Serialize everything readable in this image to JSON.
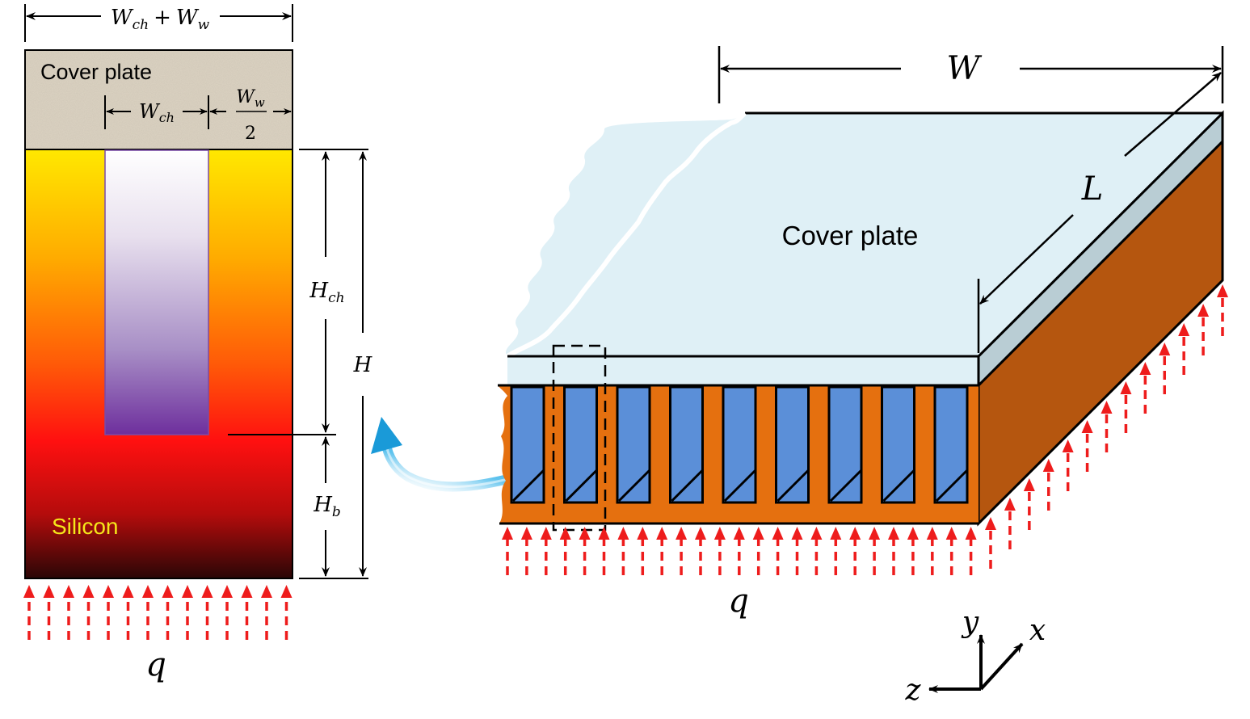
{
  "left_panel": {
    "cover_plate_label": "Cover plate",
    "silicon_label": "Silicon",
    "top_width_label": "W_ch + W_w",
    "top_width_main": "W",
    "top_width_sub1": "ch",
    "top_width_plus": "+",
    "top_width_main2": "W",
    "top_width_sub2": "w",
    "channel_width_main": "W",
    "channel_width_sub": "ch",
    "half_wall_main": "W",
    "half_wall_sub": "w",
    "half_wall_denominator": "2",
    "channel_height_main": "H",
    "channel_height_sub": "ch",
    "total_height": "H",
    "base_height_main": "H",
    "base_height_sub": "b",
    "heat_flux": "q"
  },
  "right_panel": {
    "cover_plate_label": "Cover plate",
    "width_label": "W",
    "length_label": "L",
    "heat_flux": "q",
    "channel_count": 9
  },
  "axes": {
    "x_label": "x",
    "y_label": "y",
    "z_label": "z"
  },
  "colors": {
    "cover_plate_top": "#dff0f6",
    "cover_plate_side": "#b9cdd4",
    "substrate_front": "#e5700f",
    "substrate_side": "#b5560f",
    "channel_fill": "#5b8fd8",
    "heat_arrow": "#ee1c1c",
    "flow_arrow": "#2ba8e3",
    "silicon_hot": "#ffe800",
    "silicon_cold": "#2a0606",
    "coolant_top": "#ffffff",
    "coolant_bottom": "#6e2f9d",
    "cover_plate_texture": "#ddd4c3"
  }
}
